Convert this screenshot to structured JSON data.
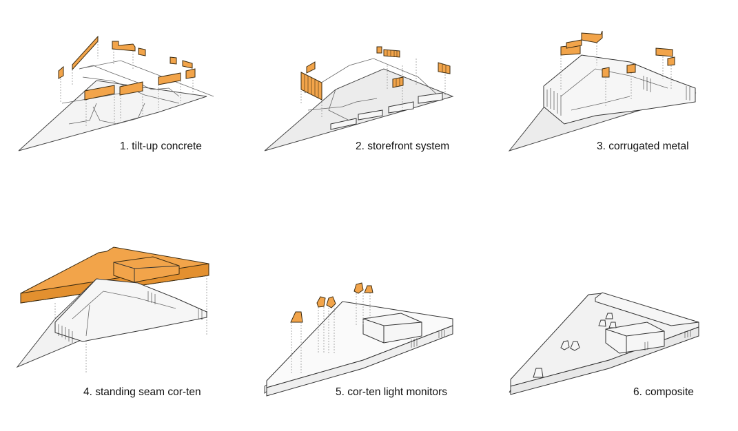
{
  "colors": {
    "accent": "#f2a44a",
    "accent_dark": "#e3902f",
    "line": "#333333",
    "floor": "#ececec",
    "background": "#ffffff"
  },
  "panels": [
    {
      "label": "1. tilt-up concrete"
    },
    {
      "label": "2. storefront system"
    },
    {
      "label": "3. corrugated metal"
    },
    {
      "label": "4. standing seam cor-ten"
    },
    {
      "label": "5. cor-ten light monitors"
    },
    {
      "label": "6. composite"
    }
  ]
}
